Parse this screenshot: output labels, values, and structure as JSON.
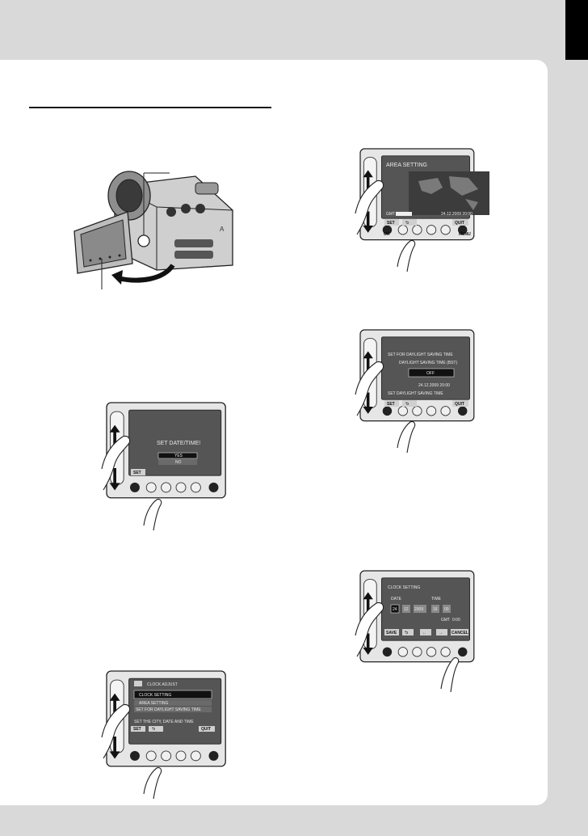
{
  "figures": {
    "area_setting": {
      "title": "AREA SETTING",
      "gmt_label": "GMT",
      "datetime": "24.12.2009 20:00",
      "buttons": [
        "SET",
        "QUIT"
      ]
    },
    "daylight": {
      "title": "SET FOR DAYLIGHT SAVING TIME",
      "subtitle": "DAYLIGHT SAVING TIME (BST)",
      "option": "OFF",
      "datetime": "24.12.2009 20:00",
      "hint": "SET DAYLIGHT SAVING TIME",
      "buttons": [
        "SET",
        "QUIT"
      ]
    },
    "set_date_time": {
      "question": "SET DATE/TIME!",
      "options": [
        "YES",
        "NO"
      ],
      "buttons": [
        "SET"
      ]
    },
    "clock_setting": {
      "title": "CLOCK SETTING",
      "date_label": "DATE",
      "time_label": "TIME",
      "date_values": [
        "24",
        "12",
        "2009"
      ],
      "time_values": [
        "16",
        "00"
      ],
      "gmt_label": "GMT",
      "gmt_value": "0:00",
      "buttons": [
        "SAVE",
        "CANCEL"
      ]
    },
    "clock_adjust": {
      "title": "CLOCK ADJUST",
      "items": [
        "CLOCK SETTING",
        "AREA SETTING",
        "SET FOR DAYLIGHT SAVING TIME"
      ],
      "hint": "SET THE CITY, DATE AND TIME",
      "buttons": [
        "SET",
        "QUIT"
      ]
    },
    "camera": {
      "badge": "A"
    },
    "device": {
      "ok_label": "OK",
      "menu_label": "MENU",
      "side_labels": [
        "UP",
        "DOWN"
      ]
    }
  }
}
